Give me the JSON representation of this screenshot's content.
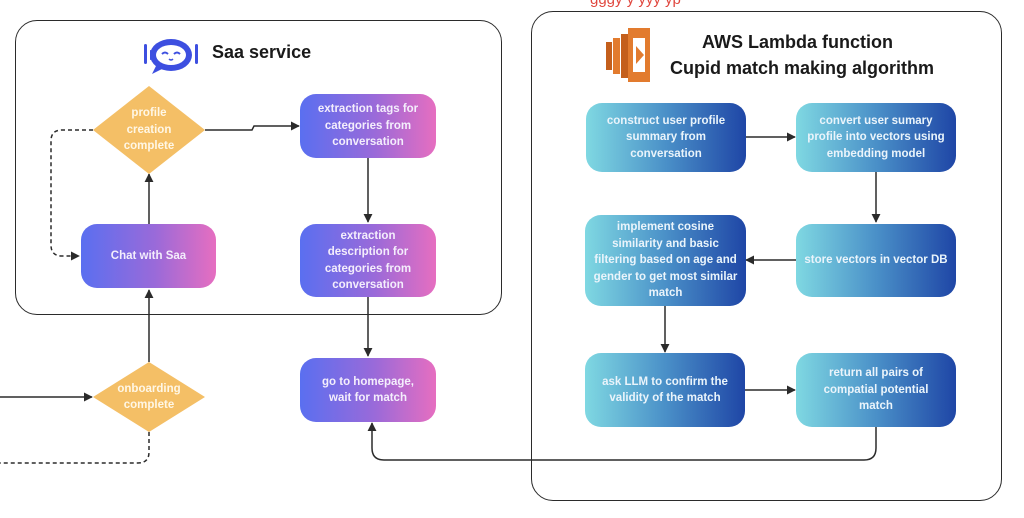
{
  "diagram": {
    "top_cut_text": {
      "note": "partially cropped red text at the top edge; only descenders are visible",
      "color": "#e0473e"
    },
    "saa_service": {
      "title": "Saa service",
      "icon": "robot-chat-icon",
      "icon_color": "#3d4fe0",
      "nodes": {
        "profile_creation_complete": "profile\ncreation\ncomplete",
        "chat_with_saa": "Chat with Saa",
        "extraction_tags": "extraction tags for\ncategories from\nconversation",
        "extraction_description": "extraction\ndescription for\ncategories from\nconversation"
      }
    },
    "outside": {
      "onboarding_complete": "onboarding\ncomplete",
      "go_to_homepage": "go to homepage,\nwait for match"
    },
    "lambda": {
      "title_line1": "AWS Lambda function",
      "title_line2": "Cupid match making algorithm",
      "icon": "aws-lambda-icon",
      "icon_color": "#e27b2e",
      "nodes": {
        "construct_summary": "construct user profile\nsummary from\nconversation",
        "convert_vectors": "convert user sumary\nprofile into vectors using\nembedding model",
        "store_vectors": "store vectors in vector DB",
        "cosine_similarity": "implement cosine\nsimilarity and basic\nfiltering based on age and\ngender to get most similar\nmatch",
        "ask_llm": "ask LLM to confirm the\nvalidity of the match",
        "return_pairs": "return all pairs of\ncompatial potential\nmatch"
      }
    },
    "colors": {
      "decision_fill": "#f4bf66",
      "saa_gradient": [
        "#5a6ff0",
        "#e66ec0"
      ],
      "lambda_gradient": [
        "#7fd8e2",
        "#1f46a6"
      ],
      "line": "#2b2b2b"
    },
    "edges": [
      {
        "from": "onboarding_complete",
        "to": "chat_with_saa",
        "style": "solid"
      },
      {
        "from": "chat_with_saa",
        "to": "profile_creation_complete",
        "style": "solid"
      },
      {
        "from": "profile_creation_complete",
        "to": "chat_with_saa",
        "style": "dashed"
      },
      {
        "from": "profile_creation_complete",
        "to": "extraction_tags",
        "style": "solid"
      },
      {
        "from": "extraction_tags",
        "to": "extraction_description",
        "style": "solid"
      },
      {
        "from": "extraction_description",
        "to": "go_to_homepage",
        "style": "solid"
      },
      {
        "from": "construct_summary",
        "to": "convert_vectors",
        "style": "solid"
      },
      {
        "from": "convert_vectors",
        "to": "store_vectors",
        "style": "solid"
      },
      {
        "from": "store_vectors",
        "to": "cosine_similarity",
        "style": "solid"
      },
      {
        "from": "cosine_similarity",
        "to": "ask_llm",
        "style": "solid"
      },
      {
        "from": "ask_llm",
        "to": "return_pairs",
        "style": "solid"
      },
      {
        "from": "return_pairs",
        "to": "go_to_homepage",
        "style": "solid"
      },
      {
        "from": "external",
        "to": "onboarding_complete",
        "style": "solid"
      },
      {
        "from": "onboarding_complete",
        "to": "external",
        "style": "dashed"
      }
    ]
  }
}
